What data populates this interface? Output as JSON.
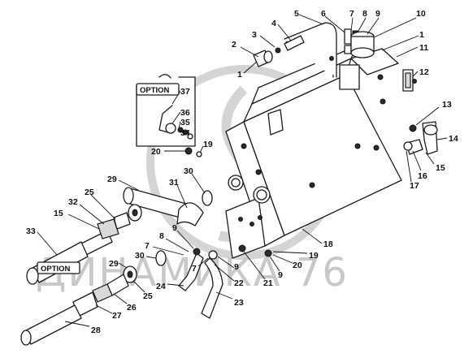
{
  "watermark": "ДИНАМИКА 76",
  "option_labels": [
    "OPTION",
    "OPTION"
  ],
  "callouts": [
    {
      "id": "c1a",
      "text": "1"
    },
    {
      "id": "c1b",
      "text": "1"
    },
    {
      "id": "c2",
      "text": "2"
    },
    {
      "id": "c3",
      "text": "3"
    },
    {
      "id": "c4",
      "text": "4"
    },
    {
      "id": "c5",
      "text": "5"
    },
    {
      "id": "c6",
      "text": "6"
    },
    {
      "id": "c7a",
      "text": "7"
    },
    {
      "id": "c8a",
      "text": "8"
    },
    {
      "id": "c9a",
      "text": "9"
    },
    {
      "id": "c10",
      "text": "10"
    },
    {
      "id": "c11",
      "text": "11"
    },
    {
      "id": "c12",
      "text": "12"
    },
    {
      "id": "c13",
      "text": "13"
    },
    {
      "id": "c14",
      "text": "14"
    },
    {
      "id": "c15a",
      "text": "15"
    },
    {
      "id": "c16",
      "text": "16"
    },
    {
      "id": "c17",
      "text": "17"
    },
    {
      "id": "c37",
      "text": "37"
    },
    {
      "id": "c36",
      "text": "36"
    },
    {
      "id": "c35",
      "text": "35"
    },
    {
      "id": "c34",
      "text": "34"
    },
    {
      "id": "c20a",
      "text": "20"
    },
    {
      "id": "c19a",
      "text": "19"
    },
    {
      "id": "c29a",
      "text": "29"
    },
    {
      "id": "c30a",
      "text": "30"
    },
    {
      "id": "c31",
      "text": "31"
    },
    {
      "id": "c25a",
      "text": "25"
    },
    {
      "id": "c32",
      "text": "32"
    },
    {
      "id": "c15b",
      "text": "15"
    },
    {
      "id": "c33",
      "text": "33"
    },
    {
      "id": "c9b",
      "text": "9"
    },
    {
      "id": "c8b",
      "text": "8"
    },
    {
      "id": "c7b",
      "text": "7"
    },
    {
      "id": "c7c",
      "text": "7"
    },
    {
      "id": "c29b",
      "text": "29"
    },
    {
      "id": "c30b",
      "text": "30"
    },
    {
      "id": "c9c",
      "text": "9"
    },
    {
      "id": "c22",
      "text": "22"
    },
    {
      "id": "c24",
      "text": "24"
    },
    {
      "id": "c21",
      "text": "21"
    },
    {
      "id": "c9d",
      "text": "9"
    },
    {
      "id": "c20b",
      "text": "20"
    },
    {
      "id": "c19b",
      "text": "19"
    },
    {
      "id": "c18",
      "text": "18"
    },
    {
      "id": "c25b",
      "text": "25"
    },
    {
      "id": "c26",
      "text": "26"
    },
    {
      "id": "c27",
      "text": "27"
    },
    {
      "id": "c23",
      "text": "23"
    },
    {
      "id": "c28",
      "text": "28"
    }
  ]
}
